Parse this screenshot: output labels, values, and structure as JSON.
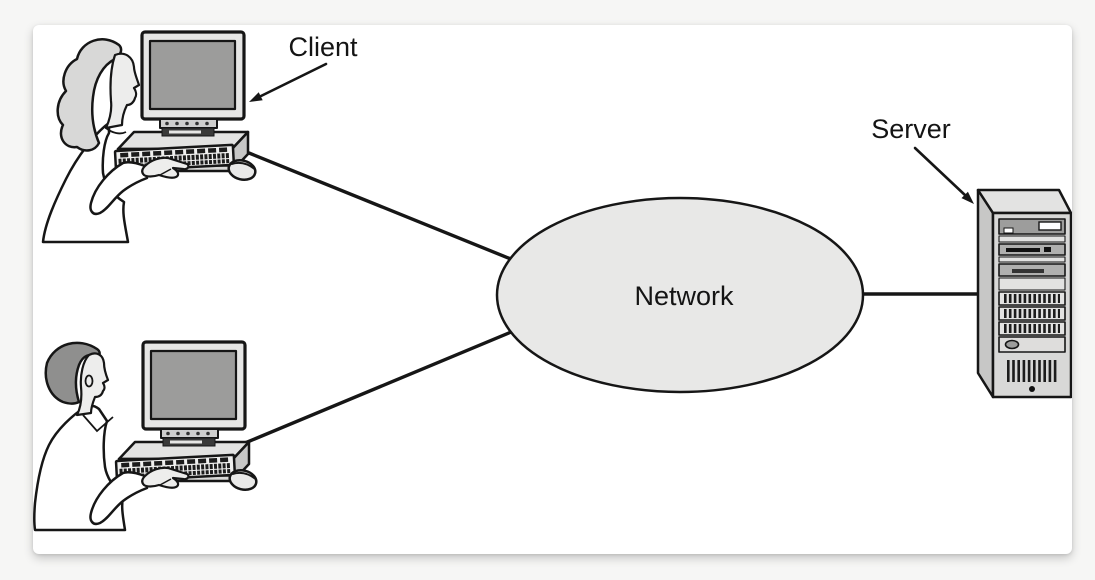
{
  "diagram": {
    "labels": {
      "client": "Client",
      "server": "Server",
      "network": "Network"
    },
    "nodes": [
      {
        "id": "client-top",
        "kind": "client workstation with user (woman)",
        "label_shown": "Client"
      },
      {
        "id": "client-bottom",
        "kind": "client workstation with user (man)",
        "label_shown": ""
      },
      {
        "id": "network",
        "kind": "network cloud (ellipse)",
        "label_shown": "Network"
      },
      {
        "id": "server",
        "kind": "server tower",
        "label_shown": "Server"
      }
    ],
    "connections": [
      {
        "from": "client-top",
        "to": "network"
      },
      {
        "from": "client-bottom",
        "to": "network"
      },
      {
        "from": "network",
        "to": "server"
      }
    ],
    "colors": {
      "page_background": "#f6f6f5",
      "canvas_background": "#ffffff",
      "outline": "#161616",
      "network_fill": "#e8e8e7",
      "screen_fill": "#9c9c9b",
      "hair_woman": "#d8d8d7",
      "hair_man": "#8f8f8e"
    }
  }
}
